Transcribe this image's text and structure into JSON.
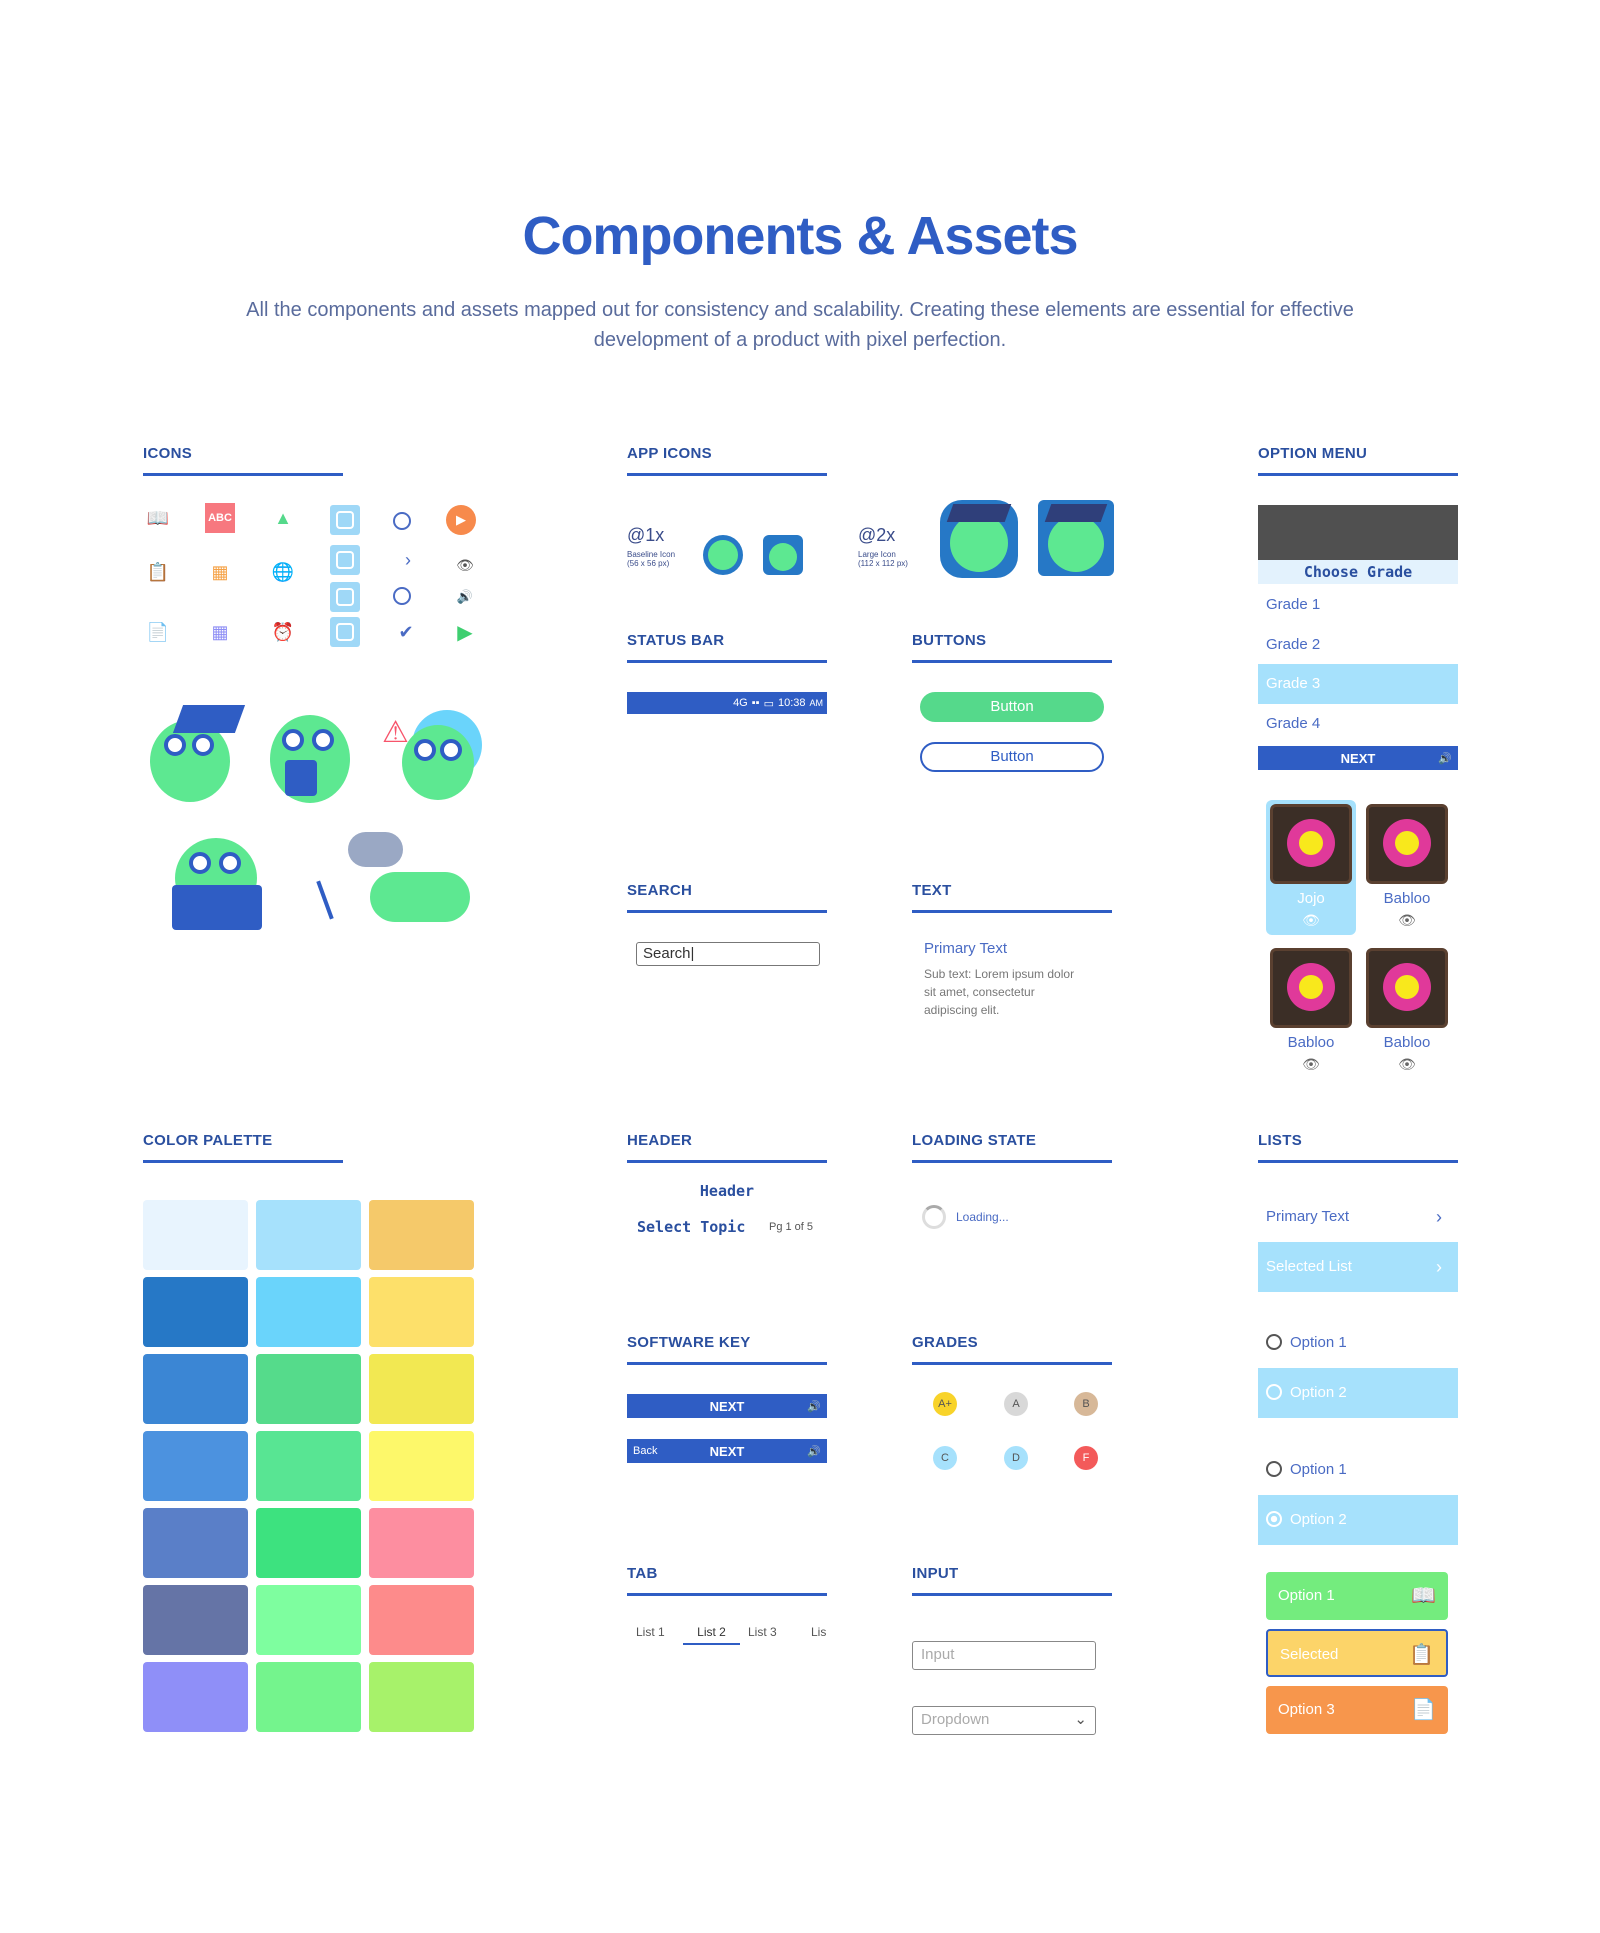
{
  "page": {
    "title": "Components & Assets",
    "subtitle_line1": "All the components and assets mapped out for consistency and scalability. Creating these elements are essential for effective",
    "subtitle_line2": "development of a product with pixel perfection."
  },
  "sections": {
    "icons": "ICONS",
    "app_icons": "APP ICONS",
    "option_menu": "OPTION MENU",
    "status_bar": "STATUS BAR",
    "buttons": "BUTTONS",
    "search": "SEARCH",
    "text": "TEXT",
    "color_palette": "COLOR PALETTE",
    "header": "HEADER",
    "loading_state": "LOADING STATE",
    "lists": "LISTS",
    "software_key": "SOFTWARE KEY",
    "grades": "GRADES",
    "tab": "TAB",
    "input": "INPUT"
  },
  "app_icons": {
    "x1": "@1x",
    "x1_caption1": "Baseline Icon",
    "x1_caption2": "(56 x 56 px)",
    "x2": "@2x",
    "x2_caption1": "Large Icon",
    "x2_caption2": "(112 x 112 px)"
  },
  "status_bar": {
    "network": "4G",
    "time": "10:38",
    "ampm": "AM"
  },
  "buttons": {
    "primary": "Button",
    "secondary": "Button"
  },
  "search": {
    "value": "Search|"
  },
  "text": {
    "primary": "Primary Text",
    "sub1": "Sub text: Lorem ipsum dolor",
    "sub2": "sit amet, consectetur",
    "sub3": "adipiscing elit."
  },
  "option_menu": {
    "title": "Choose Grade",
    "items": [
      "Grade 1",
      "Grade 2",
      "Grade 3",
      "Grade 4"
    ],
    "next": "NEXT",
    "selected_index": 2
  },
  "avatars": [
    "Jojo",
    "Babloo",
    "Babloo",
    "Babloo"
  ],
  "header": {
    "title": "Header",
    "topic": "Select Topic",
    "page": "Pg 1 of 5"
  },
  "loading": {
    "label": "Loading..."
  },
  "lists": {
    "primary": "Primary Text",
    "selected": "Selected List",
    "opt1": "Option 1",
    "opt2": "Option 2",
    "opt1b": "Option 1",
    "opt2b": "Option 2",
    "big1": "Option 1",
    "big2": "Selected",
    "big3": "Option 3"
  },
  "software_key": {
    "next1": "NEXT",
    "back": "Back",
    "next2": "NEXT"
  },
  "grades": [
    "A+",
    "A",
    "B",
    "C",
    "D",
    "F"
  ],
  "tabs": [
    "List 1",
    "List 2",
    "List 3",
    "Lis"
  ],
  "input": {
    "placeholder": "Input",
    "dropdown": "Dropdown"
  },
  "colors": {
    "accent": "#2f5dc4",
    "palette": [
      [
        "#e8f4fe",
        "#a6e1fc",
        "#f5c96a"
      ],
      [
        "#2678c6",
        "#6ad4fb",
        "#fde06a"
      ],
      [
        "#3b86d4",
        "#55db8b",
        "#f2e852"
      ],
      [
        "#4c92df",
        "#58e593",
        "#fdf86a"
      ],
      [
        "#5a7fc8",
        "#3de27f",
        "#fd8ea0"
      ],
      [
        "#6574a6",
        "#7efe9f",
        "#fd8b8b"
      ],
      [
        "#8f8ff8",
        "#74f48d",
        "#a7f26a"
      ]
    ]
  }
}
